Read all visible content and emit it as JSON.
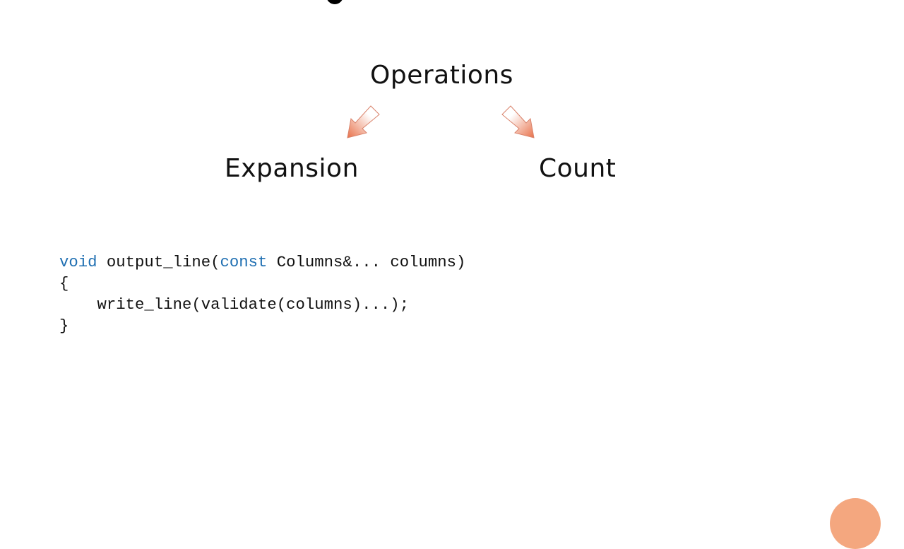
{
  "slide": {
    "heading": "Operations",
    "branches": [
      "Expansion",
      "Count"
    ],
    "accent_color": "#e8714a",
    "code": {
      "line1": {
        "kw1": "void",
        "mid": " output_line(",
        "kw2": "const",
        "rest": " Columns&... columns)"
      },
      "line2": "{",
      "line3": "    write_line(validate(columns)...);",
      "line4": "}"
    }
  }
}
